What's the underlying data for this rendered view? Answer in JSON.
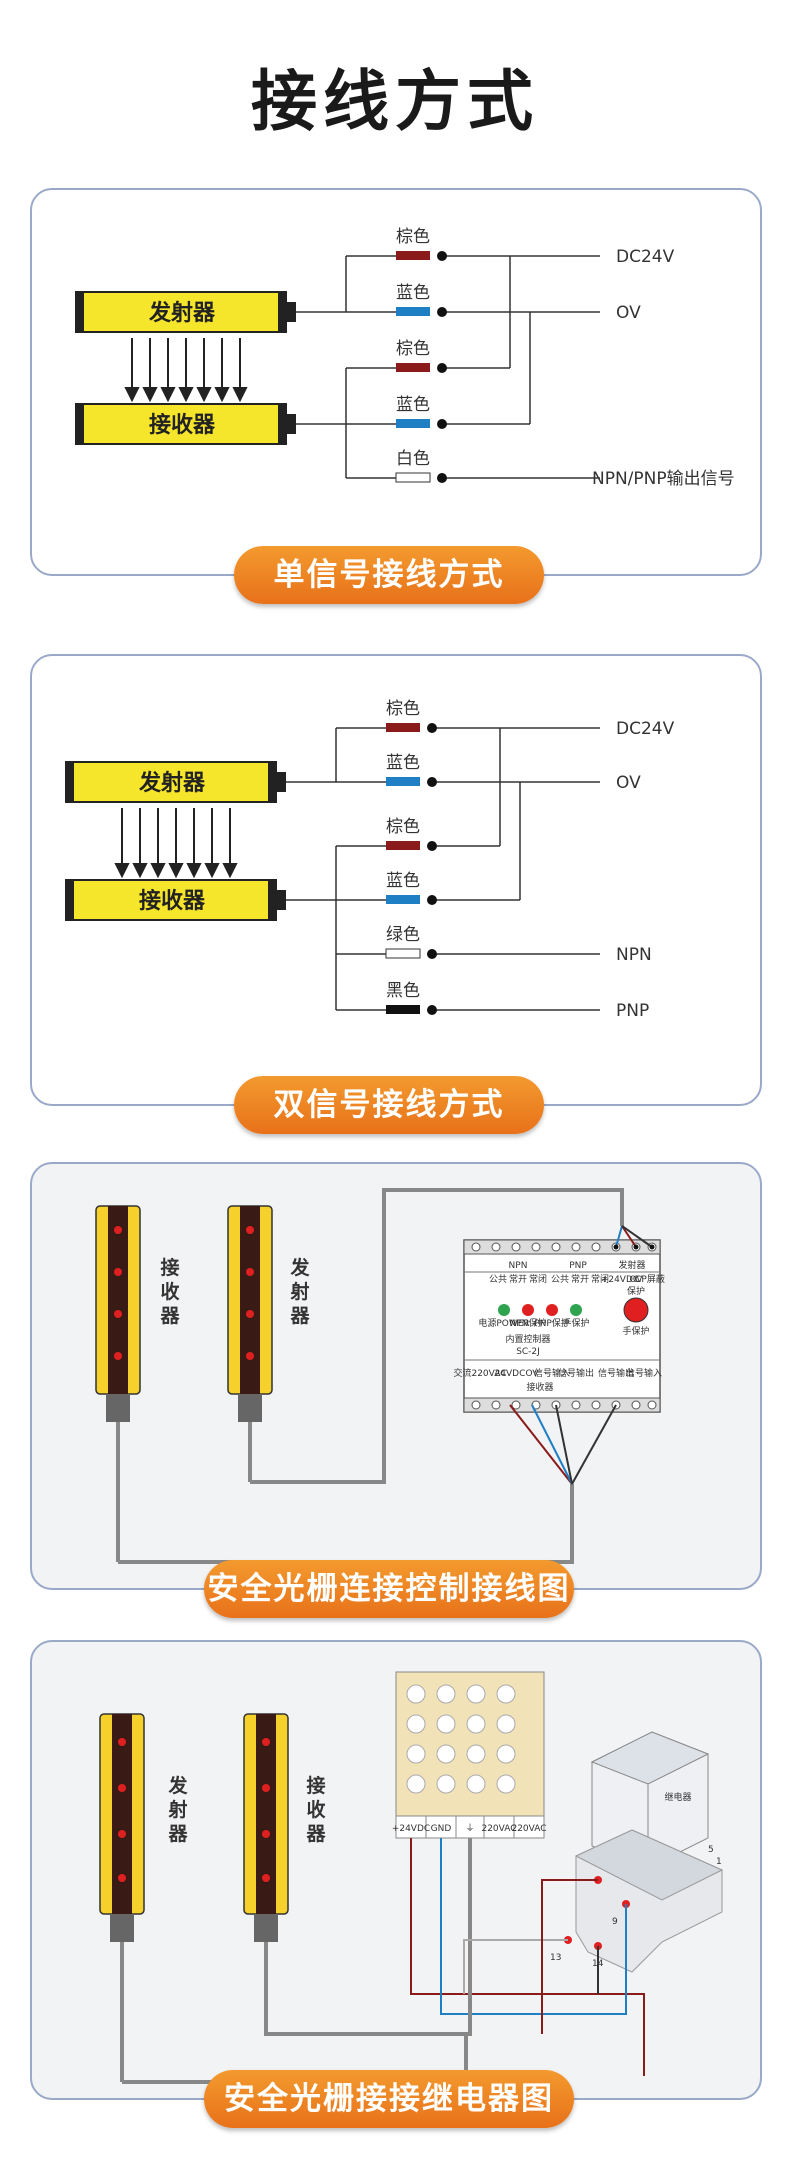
{
  "page": {
    "title": "接线方式"
  },
  "single": {
    "caption": "单信号接线方式",
    "emitter": "发射器",
    "receiver": "接收器",
    "wires": [
      "棕色",
      "蓝色",
      "棕色",
      "蓝色",
      "白色"
    ],
    "outputs": [
      "DC24V",
      "OV",
      "NPN/PNP输出信号"
    ]
  },
  "dual": {
    "caption": "双信号接线方式",
    "emitter": "发射器",
    "receiver": "接收器",
    "wires": [
      "棕色",
      "蓝色",
      "棕色",
      "蓝色",
      "绿色",
      "黑色"
    ],
    "outputs": [
      "DC24V",
      "OV",
      "NPN",
      "PNP"
    ]
  },
  "controller": {
    "caption": "安全光栅连接控制接线图",
    "receiver_label": "接收器",
    "emitter_label": "发射器",
    "box": {
      "npn": "NPN",
      "pnp": "PNP",
      "emitter": "发射器",
      "sub_labels": [
        "公共",
        "常开",
        "常闭",
        "公共",
        "常开",
        "常闭"
      ],
      "emitter_terms": [
        "+24VDC",
        "OV",
        "CP屏蔽"
      ],
      "protect": "保护",
      "indicators": [
        "电源POWER",
        "NPN保护",
        "PNP保护",
        "手保护"
      ],
      "manual_protect": "手保护",
      "inner": "内置控制器",
      "model": "SC-2J",
      "bottom_labels": [
        "交流220VAC",
        "24VDC",
        "OV",
        "信号输入",
        "信号输出"
      ],
      "receiver_tag": "接收器",
      "right_labels": [
        "信号输出",
        "信号输入"
      ]
    }
  },
  "relay": {
    "caption": "安全光栅接接继电器图",
    "emitter_label": "发射器",
    "receiver_label": "接收器",
    "psu_terms": [
      "+24VDC",
      "GND",
      "⏚",
      "220VAC",
      "220VAC"
    ],
    "relay_name": "继电器",
    "relay_pins": [
      "5",
      "1",
      "9",
      "13",
      "14"
    ]
  },
  "colors": {
    "brown": "#8b1a1a",
    "blue": "#1e7fc4",
    "yellow": "#f6e62b",
    "orange": "#ef8425",
    "panel_border": "#9aa9c8"
  }
}
